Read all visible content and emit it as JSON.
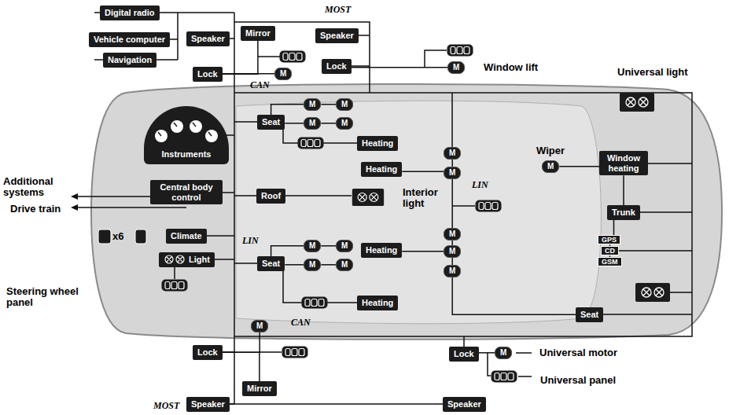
{
  "diagram": {
    "nodes": [
      {
        "text": [
          "Digital radio"
        ]
      },
      {
        "text": [
          "Vehicle computer"
        ]
      },
      {
        "text": [
          "Navigation"
        ]
      },
      {
        "text": [
          "Speaker"
        ]
      },
      {
        "text": [
          "Mirror"
        ]
      },
      {
        "text": [
          "Lock"
        ]
      },
      {
        "text": [
          "M"
        ]
      },
      {
        "text": [
          "Speaker"
        ]
      },
      {
        "text": [
          "Lock"
        ]
      },
      {
        "text": [
          "M"
        ]
      },
      {
        "text": [
          "Instruments"
        ]
      },
      {
        "text": [
          "Seat"
        ]
      },
      {
        "text": [
          "M"
        ]
      },
      {
        "text": [
          "M"
        ]
      },
      {
        "text": [
          "M"
        ]
      },
      {
        "text": [
          "M"
        ]
      },
      {
        "text": [
          "Heating"
        ]
      },
      {
        "text": [
          "Central body control"
        ]
      },
      {
        "text": [
          "Roof"
        ]
      },
      {
        "text": [
          "Climate"
        ]
      },
      {
        "text": [
          "Light"
        ]
      },
      {
        "text": [
          "Seat"
        ]
      },
      {
        "text": [
          "M"
        ]
      },
      {
        "text": [
          "M"
        ]
      },
      {
        "text": [
          "M"
        ]
      },
      {
        "text": [
          "M"
        ]
      },
      {
        "text": [
          "Heating"
        ]
      },
      {
        "text": [
          "Heating"
        ]
      },
      {
        "text": [
          "Heating"
        ]
      },
      {
        "text": [
          "M"
        ]
      },
      {
        "text": [
          "M"
        ]
      },
      {
        "text": [
          "M"
        ]
      },
      {
        "text": [
          "M"
        ]
      },
      {
        "text": [
          "M"
        ]
      },
      {
        "text": [
          "Seat"
        ]
      },
      {
        "text": [
          "M"
        ]
      },
      {
        "text": [
          "Window heating"
        ]
      },
      {
        "text": [
          "Trunk"
        ]
      },
      {
        "text": [
          "GPS"
        ]
      },
      {
        "text": [
          "CD"
        ]
      },
      {
        "text": [
          "GSM"
        ]
      },
      {
        "text": [
          "Lock"
        ]
      },
      {
        "text": [
          "M"
        ]
      },
      {
        "text": [
          "Mirror"
        ]
      },
      {
        "text": [
          "Speaker"
        ]
      },
      {
        "text": [
          "Lock"
        ]
      },
      {
        "text": [
          "M"
        ]
      },
      {
        "text": [
          "Speaker"
        ]
      }
    ],
    "edges": [
      {
        "from": 5,
        "to": 4,
        "arrow": "none"
      },
      {
        "from": 5,
        "to": 6,
        "arrow": "none"
      },
      {
        "from": 8,
        "to": 9,
        "arrow": "none"
      },
      {
        "from": 11,
        "to": 12,
        "arrow": "none"
      },
      {
        "from": 12,
        "to": 13,
        "arrow": "none"
      },
      {
        "from": 11,
        "to": 14,
        "arrow": "none"
      },
      {
        "from": 14,
        "to": 15,
        "arrow": "none"
      },
      {
        "from": 21,
        "to": 22,
        "arrow": "none"
      },
      {
        "from": 22,
        "to": 23,
        "arrow": "none"
      },
      {
        "from": 21,
        "to": 24,
        "arrow": "none"
      },
      {
        "from": 24,
        "to": 25,
        "arrow": "none"
      },
      {
        "from": 27,
        "to": 30,
        "arrow": "none"
      },
      {
        "from": 28,
        "to": 32,
        "arrow": "none"
      },
      {
        "from": 29,
        "to": 30,
        "arrow": "none"
      },
      {
        "from": 30,
        "to": 31,
        "arrow": "none"
      },
      {
        "from": 31,
        "to": 32,
        "arrow": "none"
      },
      {
        "from": 32,
        "to": 33,
        "arrow": "none"
      },
      {
        "from": 33,
        "to": 34,
        "arrow": "none"
      },
      {
        "from": 36,
        "to": 37,
        "arrow": "none"
      },
      {
        "from": 37,
        "to": 38,
        "arrow": "none"
      },
      {
        "from": 38,
        "to": 39,
        "arrow": "none"
      },
      {
        "from": 39,
        "to": 40,
        "arrow": "none"
      },
      {
        "from": 41,
        "to": 42,
        "arrow": "none"
      },
      {
        "from": 41,
        "to": 43,
        "arrow": "none"
      },
      {
        "from": 45,
        "to": 46,
        "arrow": "none"
      },
      {
        "from": 35,
        "to": 36,
        "arrow": "none"
      }
    ],
    "labels": [
      "MOST",
      "Window lift",
      "Universal light",
      "CAN",
      "Additional systems",
      "Drive train",
      "Interior light",
      "Wiper",
      "LIN",
      "x6",
      "LIN",
      "Steering wheel panel",
      "CAN",
      "Universal motor",
      "Universal panel",
      "MOST"
    ]
  }
}
